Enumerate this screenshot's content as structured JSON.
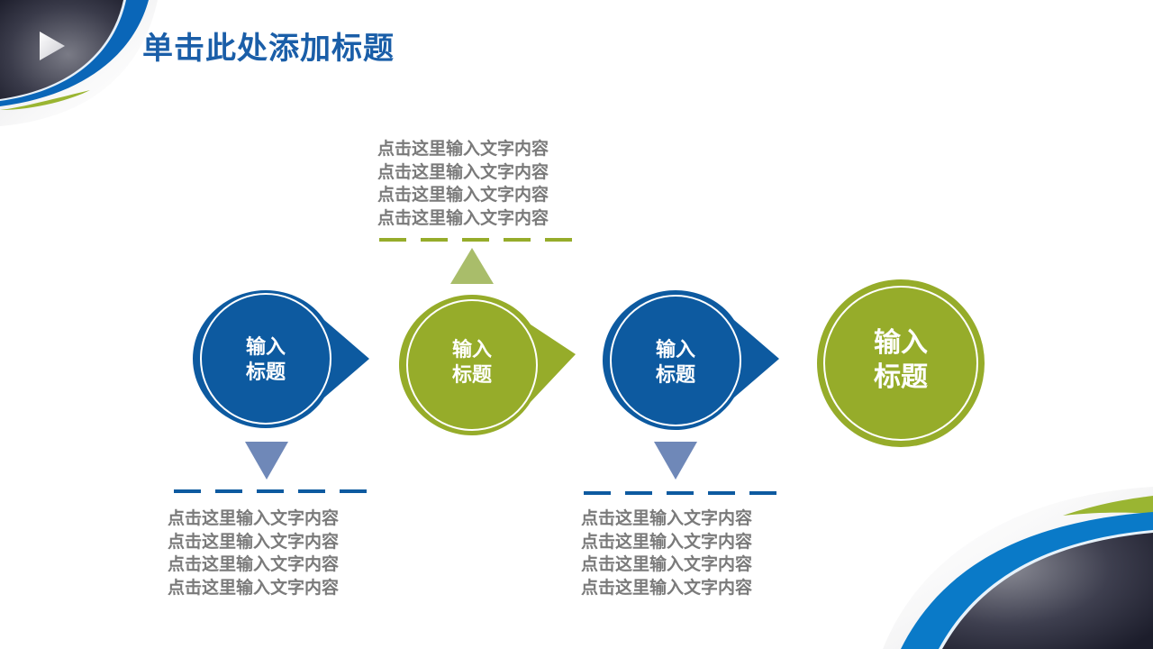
{
  "slide": {
    "title": "单击此处添加标题",
    "colors": {
      "title": "#1a5ea8",
      "blue": "#0d5aa0",
      "green": "#96ac2a",
      "body_text": "#7a7a7a",
      "blue_triangle": "#6f88b8",
      "green_triangle": "#a9bd6a",
      "dark_corner": "#2a2b3a"
    },
    "corner_icon": "play-triangle-icon"
  },
  "steps": [
    {
      "label": "输入\n标题",
      "color": "blue",
      "shape": "teardrop-right"
    },
    {
      "label": "输入\n标题",
      "color": "green",
      "shape": "teardrop-right"
    },
    {
      "label": "输入\n标题",
      "color": "blue",
      "shape": "teardrop-right"
    },
    {
      "label": "输入\n标题",
      "color": "green",
      "shape": "circle"
    }
  ],
  "text_blocks": {
    "top_green": {
      "lines": [
        "点击这里输入文字内容",
        "点击这里输入文字内容",
        "点击这里输入文字内容",
        "点击这里输入文字内容"
      ]
    },
    "bottom_left_blue": {
      "lines": [
        "点击这里输入文字内容",
        "点击这里输入文字内容",
        "点击这里输入文字内容",
        "点击这里输入文字内容"
      ]
    },
    "bottom_right_blue": {
      "lines": [
        "点击这里输入文字内容",
        "点击这里输入文字内容",
        "点击这里输入文字内容",
        "点击这里输入文字内容"
      ]
    }
  }
}
